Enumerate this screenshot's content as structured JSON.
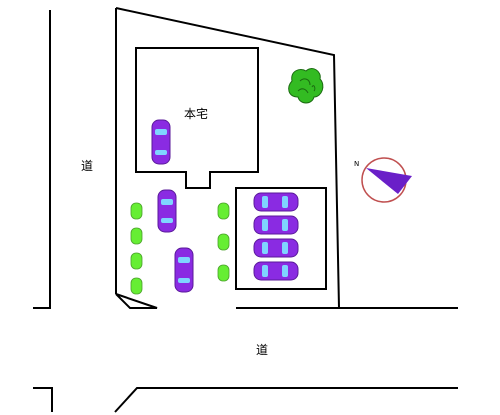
{
  "labels": {
    "house": "本宅",
    "road_west": "道",
    "road_south": "道",
    "compass_north": "N"
  },
  "colors": {
    "line": "#000000",
    "car_body": "#8a2be2",
    "car_window": "#7fd4ff",
    "shrub": "#66ee33",
    "tree": "#33bb22",
    "compass_ring": "#c05050",
    "compass_arrow": "#6a1fc8"
  },
  "icons": {
    "car": "car-topview-icon",
    "shrub": "shrub-icon",
    "tree": "tree-icon",
    "compass": "compass-icon"
  }
}
